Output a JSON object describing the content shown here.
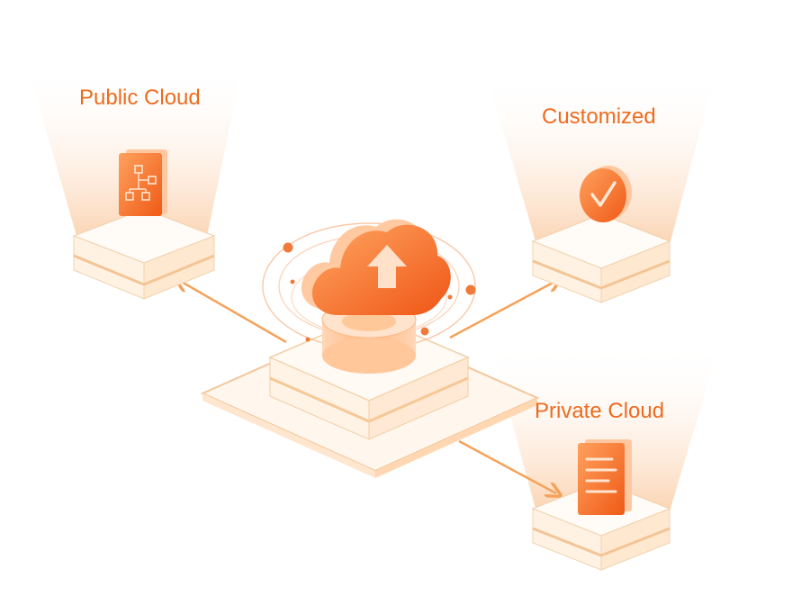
{
  "nodes": {
    "public_cloud": {
      "label": "Public Cloud",
      "icon": "flowchart-icon"
    },
    "customized": {
      "label": "Customized",
      "icon": "checkmark-badge-icon"
    },
    "private_cloud": {
      "label": "Private Cloud",
      "icon": "document-lines-icon"
    }
  },
  "hub": {
    "icon": "cloud-upload-icon"
  },
  "colors": {
    "accent": "#ee6b1e",
    "accent_light": "#f6a25a",
    "platform": "#fff8f0",
    "platform_edge": "#f3c79a",
    "beam": "#fbd3b0"
  }
}
